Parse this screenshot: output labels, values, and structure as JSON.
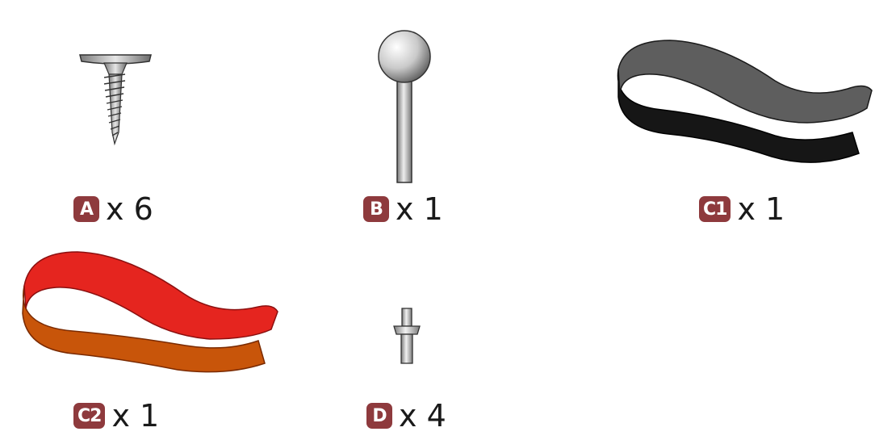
{
  "parts": [
    {
      "id": "A",
      "icon": "screw-icon",
      "badge": "A",
      "quantity": "x 6"
    },
    {
      "id": "B",
      "icon": "ball-pin-icon",
      "badge": "B",
      "quantity": "x 1"
    },
    {
      "id": "C1",
      "icon": "black-strip-icon",
      "badge": "C1",
      "quantity": "x 1",
      "colors": {
        "top": "#5e5e5e",
        "bottom": "#161616"
      }
    },
    {
      "id": "C2",
      "icon": "red-strip-icon",
      "badge": "C2",
      "quantity": "x 1",
      "colors": {
        "top": "#e5251f",
        "bottom": "#c8550a"
      }
    },
    {
      "id": "D",
      "icon": "small-peg-icon",
      "badge": "D",
      "quantity": "x 4"
    }
  ],
  "colors": {
    "badge": "#8e3a3d",
    "badge_text": "#ffffff",
    "quantity_text": "#1a1a1a"
  }
}
